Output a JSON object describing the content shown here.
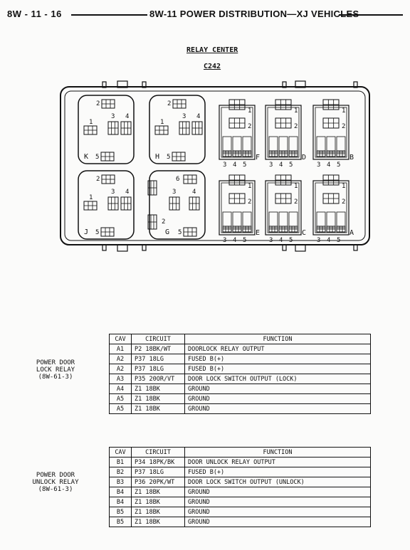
{
  "header": {
    "page_ref": "8W - 11 - 16",
    "title": "8W-11 POWER DISTRIBUTION—XJ VEHICLES"
  },
  "diagram": {
    "title": "RELAY CENTER",
    "connector": "C242",
    "left_groups": [
      {
        "letter": "K",
        "pins": [
          "1",
          "2",
          "3",
          "4",
          "5"
        ]
      },
      {
        "letter": "H",
        "pins": [
          "1",
          "2",
          "3",
          "4",
          "5"
        ]
      },
      {
        "letter": "J",
        "pins": [
          "1",
          "2",
          "3",
          "4",
          "5"
        ]
      },
      {
        "letter": "G",
        "pins": [
          "1",
          "2",
          "3",
          "4",
          "5",
          "6"
        ]
      }
    ],
    "right_groups": [
      {
        "letter": "F",
        "pins": [
          "1",
          "2",
          "3",
          "4",
          "5"
        ]
      },
      {
        "letter": "D",
        "pins": [
          "1",
          "2",
          "3",
          "4",
          "5"
        ]
      },
      {
        "letter": "B",
        "pins": [
          "1",
          "2",
          "3",
          "4",
          "5"
        ]
      },
      {
        "letter": "E",
        "pins": [
          "1",
          "2",
          "3",
          "4",
          "5"
        ]
      },
      {
        "letter": "C",
        "pins": [
          "1",
          "2",
          "3",
          "4",
          "5"
        ]
      },
      {
        "letter": "A",
        "pins": [
          "1",
          "2",
          "3",
          "4",
          "5"
        ]
      }
    ]
  },
  "table1": {
    "label": [
      "POWER DOOR",
      "LOCK RELAY",
      "(8W-61-3)"
    ],
    "headers": [
      "CAV",
      "CIRCUIT",
      "FUNCTION"
    ],
    "rows": [
      [
        "A1",
        "P2 18BK/WT",
        "DOORLOCK RELAY OUTPUT"
      ],
      [
        "A2",
        "P37 18LG",
        "FUSED B(+)"
      ],
      [
        "A2",
        "P37 18LG",
        "FUSED B(+)"
      ],
      [
        "A3",
        "P35 20OR/VT",
        "DOOR LOCK SWITCH OUTPUT (LOCK)"
      ],
      [
        "A4",
        "Z1 18BK",
        "GROUND"
      ],
      [
        "A5",
        "Z1 18BK",
        "GROUND"
      ],
      [
        "A5",
        "Z1 18BK",
        "GROUND"
      ]
    ]
  },
  "table2": {
    "label": [
      "POWER DOOR",
      "UNLOCK RELAY",
      "(8W-61-3)"
    ],
    "headers": [
      "CAV",
      "CIRCUIT",
      "FUNCTION"
    ],
    "rows": [
      [
        "B1",
        "P34 18PK/BK",
        "DOOR UNLOCK RELAY OUTPUT"
      ],
      [
        "B2",
        "P37 18LG",
        "FUSED B(+)"
      ],
      [
        "B3",
        "P36 20PK/WT",
        "DOOR LOCK SWITCH OUTPUT (UNLOCK)"
      ],
      [
        "B4",
        "Z1 18BK",
        "GROUND"
      ],
      [
        "B4",
        "Z1 18BK",
        "GROUND"
      ],
      [
        "B5",
        "Z1 18BK",
        "GROUND"
      ],
      [
        "B5",
        "Z1 18BK",
        "GROUND"
      ]
    ]
  }
}
